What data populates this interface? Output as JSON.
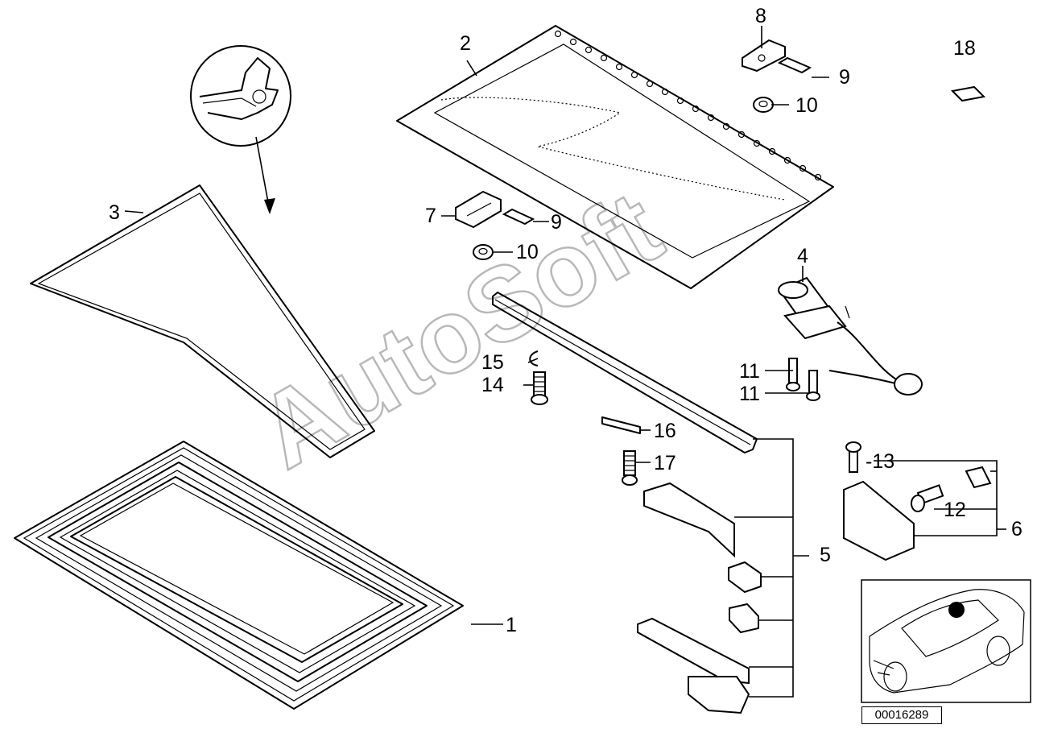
{
  "diagram": {
    "callouts": {
      "c1": "1",
      "c2": "2",
      "c3": "3",
      "c4": "4",
      "c5": "5",
      "c6": "6",
      "c7": "7",
      "c8": "8",
      "c9a": "9",
      "c9b": "9",
      "c10a": "10",
      "c10b": "10",
      "c11a": "11",
      "c11b": "11",
      "c12": "12",
      "c13": "-13",
      "c14": "14",
      "c15": "15",
      "c16": "16",
      "c17": "17",
      "c18": "18"
    },
    "watermark": "AutoSoft",
    "reference_number": "00016289"
  }
}
